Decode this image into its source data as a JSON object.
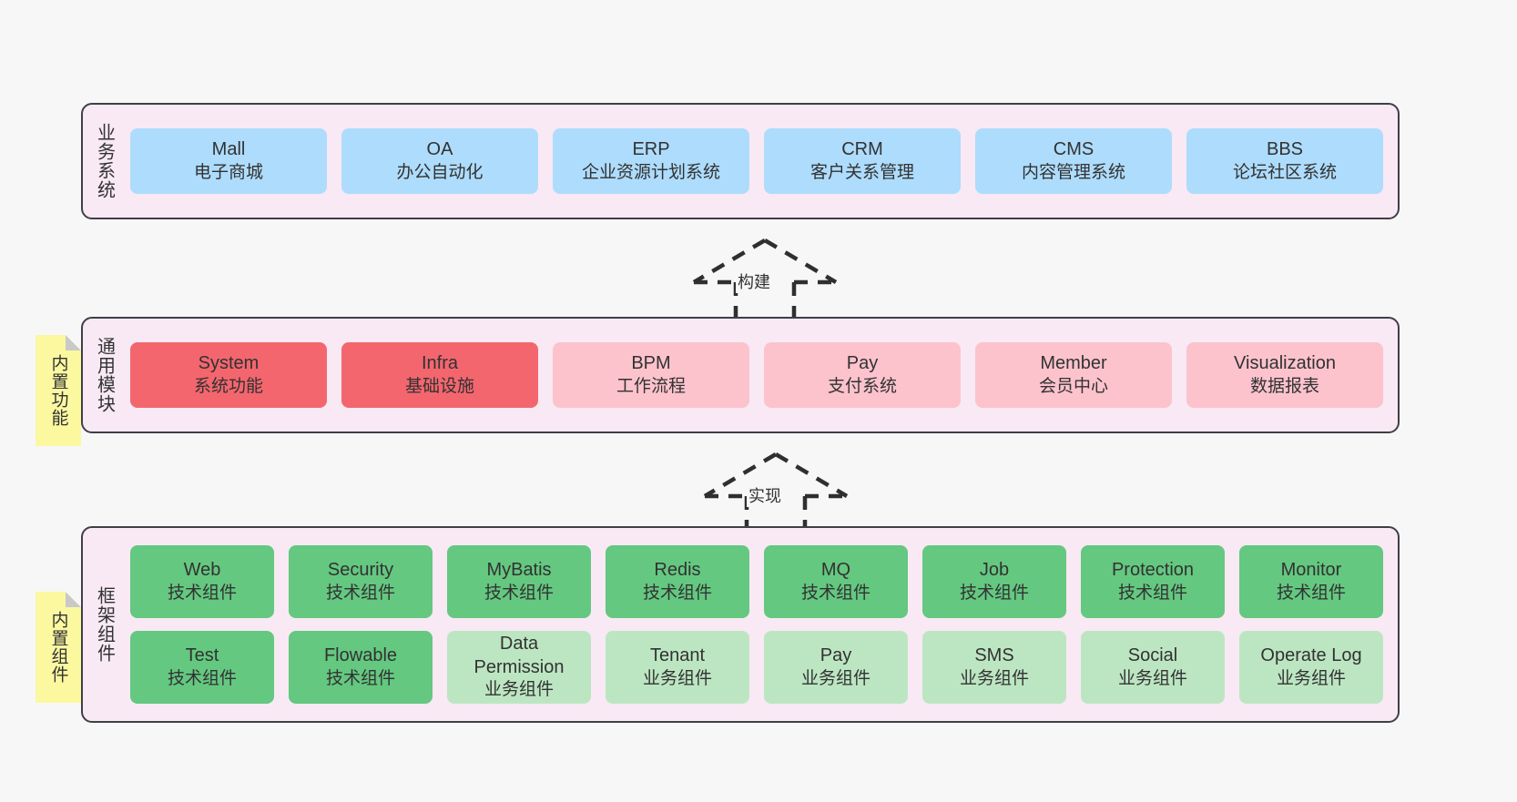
{
  "diagram": {
    "background": "#f7f7f7",
    "colors": {
      "layer_bg": "#f8e9f4",
      "layer_border": "#3f3f46",
      "blue": "#aedcfc",
      "red": "#f4666e",
      "pink": "#fcc3cd",
      "green": "#64c880",
      "green_light": "#bce6c2",
      "note_yellow": "#fbf8a0",
      "note_fold": "#c9c9c9"
    }
  },
  "layers": [
    {
      "id": "business-systems",
      "caption": "业务系统",
      "rows": [
        {
          "cards": [
            {
              "t1": "Mall",
              "t2": "电子商城",
              "style": "blue"
            },
            {
              "t1": "OA",
              "t2": "办公自动化",
              "style": "blue"
            },
            {
              "t1": "ERP",
              "t2": "企业资源计划系统",
              "style": "blue"
            },
            {
              "t1": "CRM",
              "t2": "客户关系管理",
              "style": "blue"
            },
            {
              "t1": "CMS",
              "t2": "内容管理系统",
              "style": "blue"
            },
            {
              "t1": "BBS",
              "t2": "论坛社区系统",
              "style": "blue"
            }
          ]
        }
      ]
    },
    {
      "id": "common-modules",
      "caption": "通用模块",
      "note": "内置功能",
      "rows": [
        {
          "cards": [
            {
              "t1": "System",
              "t2": "系统功能",
              "style": "red"
            },
            {
              "t1": "Infra",
              "t2": "基础设施",
              "style": "red"
            },
            {
              "t1": "BPM",
              "t2": "工作流程",
              "style": "pink"
            },
            {
              "t1": "Pay",
              "t2": "支付系统",
              "style": "pink"
            },
            {
              "t1": "Member",
              "t2": "会员中心",
              "style": "pink"
            },
            {
              "t1": "Visualization",
              "t2": "数据报表",
              "style": "pink"
            }
          ]
        }
      ]
    },
    {
      "id": "framework-components",
      "caption": "框架组件",
      "note": "内置组件",
      "rows": [
        {
          "cards": [
            {
              "t1": "Web",
              "t2": "技术组件",
              "style": "green"
            },
            {
              "t1": "Security",
              "t2": "技术组件",
              "style": "green"
            },
            {
              "t1": "MyBatis",
              "t2": "技术组件",
              "style": "green"
            },
            {
              "t1": "Redis",
              "t2": "技术组件",
              "style": "green"
            },
            {
              "t1": "MQ",
              "t2": "技术组件",
              "style": "green"
            },
            {
              "t1": "Job",
              "t2": "技术组件",
              "style": "green"
            },
            {
              "t1": "Protection",
              "t2": "技术组件",
              "style": "green"
            },
            {
              "t1": "Monitor",
              "t2": "技术组件",
              "style": "green"
            }
          ]
        },
        {
          "cards": [
            {
              "t1": "Test",
              "t2": "技术组件",
              "style": "green"
            },
            {
              "t1": "Flowable",
              "t2": "技术组件",
              "style": "green"
            },
            {
              "t1": "Data Permission",
              "t2": "业务组件",
              "style": "green-light"
            },
            {
              "t1": "Tenant",
              "t2": "业务组件",
              "style": "green-light"
            },
            {
              "t1": "Pay",
              "t2": "业务组件",
              "style": "green-light"
            },
            {
              "t1": "SMS",
              "t2": "业务组件",
              "style": "green-light"
            },
            {
              "t1": "Social",
              "t2": "业务组件",
              "style": "green-light"
            },
            {
              "t1": "Operate Log",
              "t2": "业务组件",
              "style": "green-light"
            }
          ]
        }
      ]
    }
  ],
  "connectors": [
    {
      "id": "build",
      "label": "构建"
    },
    {
      "id": "implement",
      "label": "实现"
    }
  ]
}
